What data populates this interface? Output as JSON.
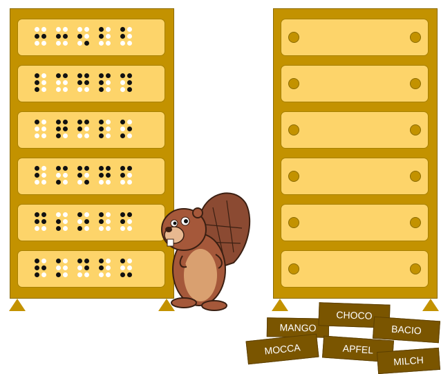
{
  "colors": {
    "shelf": "#c39200",
    "drawer": "#fdd46a",
    "card": "#7a5500",
    "card_text": "#ffffff"
  },
  "icons": {
    "beaver": "beaver-mascot",
    "drawer_knob": "knob"
  },
  "braille_drawers": [
    [
      [
        0,
        1,
        0,
        0,
        1,
        0
      ],
      [
        0,
        1,
        0,
        0,
        1,
        0
      ],
      [
        0,
        1,
        0,
        0,
        0,
        1
      ],
      [
        1,
        1,
        0,
        0,
        0,
        0
      ],
      [
        1,
        1,
        0,
        0,
        0,
        0
      ]
    ],
    [
      [
        1,
        1,
        1,
        0,
        0,
        0
      ],
      [
        1,
        0,
        0,
        1,
        0,
        0
      ],
      [
        1,
        1,
        0,
        1,
        1,
        0
      ],
      [
        1,
        1,
        1,
        1,
        0,
        0
      ],
      [
        1,
        0,
        0,
        1,
        1,
        1
      ]
    ],
    [
      [
        1,
        0,
        0,
        0,
        0,
        0
      ],
      [
        1,
        1,
        1,
        1,
        1,
        0
      ],
      [
        1,
        1,
        0,
        1,
        0,
        0
      ],
      [
        1,
        1,
        1,
        0,
        0,
        0
      ],
      [
        1,
        0,
        1,
        0,
        1,
        0
      ]
    ],
    [
      [
        1,
        1,
        0,
        0,
        0,
        0
      ],
      [
        1,
        0,
        1,
        1,
        0,
        0
      ],
      [
        1,
        1,
        0,
        1,
        0,
        1
      ],
      [
        1,
        1,
        0,
        1,
        1,
        0
      ],
      [
        1,
        1,
        0,
        1,
        0,
        0
      ]
    ],
    [
      [
        1,
        1,
        0,
        1,
        1,
        0
      ],
      [
        0,
        1,
        1,
        0,
        0,
        0
      ],
      [
        1,
        0,
        1,
        0,
        1,
        0
      ],
      [
        1,
        1,
        0,
        0,
        0,
        0
      ],
      [
        1,
        1,
        0,
        1,
        0,
        0
      ]
    ],
    [
      [
        1,
        1,
        1,
        0,
        1,
        0
      ],
      [
        1,
        0,
        1,
        0,
        0,
        0
      ],
      [
        1,
        0,
        0,
        1,
        1,
        0
      ],
      [
        1,
        1,
        0,
        0,
        0,
        0
      ],
      [
        1,
        0,
        1,
        0,
        0,
        1
      ]
    ]
  ],
  "cards": [
    {
      "label": "MANGO"
    },
    {
      "label": "CHOCO"
    },
    {
      "label": "BACIO"
    },
    {
      "label": "MOCCA"
    },
    {
      "label": "APFEL"
    },
    {
      "label": "MILCH"
    }
  ]
}
